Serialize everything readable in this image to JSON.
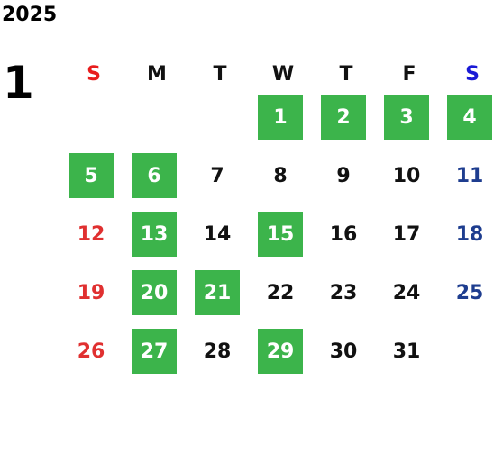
{
  "calendar": {
    "year": "2025",
    "month": "1",
    "weekdays": [
      "S",
      "M",
      "T",
      "W",
      "T",
      "F",
      "S"
    ],
    "weekday_colors": [
      "#e81d1d",
      "#111111",
      "#111111",
      "#111111",
      "#111111",
      "#111111",
      "#1a1ad6"
    ],
    "first_weekday_index": 3,
    "days_in_month": 31,
    "highlighted_days": [
      1,
      2,
      3,
      4,
      5,
      6,
      13,
      15,
      20,
      21,
      27,
      29
    ],
    "colors": {
      "highlight_bg": "#3cb44b",
      "highlight_text": "#ffffff",
      "sunday_text": "#e03030",
      "saturday_text": "#1e3d8f",
      "weekday_text": "#111111"
    }
  }
}
